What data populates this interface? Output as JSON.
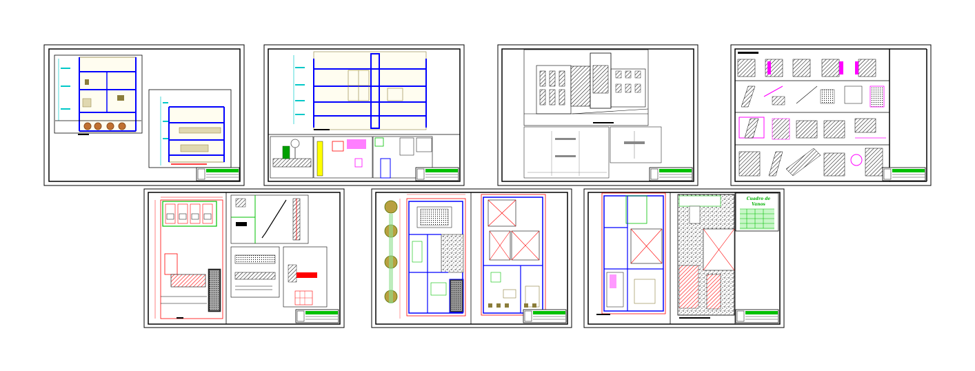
{
  "sheets": [
    {
      "id": "sections-1",
      "content": "building-sections"
    },
    {
      "id": "sections-2",
      "content": "building-sections-and-details"
    },
    {
      "id": "elevation",
      "content": "front-elevation-and-details"
    },
    {
      "id": "construction-details",
      "content": "construction-details"
    },
    {
      "id": "parking-plan",
      "content": "ground-floor-parking-plan"
    },
    {
      "id": "floor-plans-1",
      "content": "floor-plans"
    },
    {
      "id": "floor-plans-2",
      "content": "floor-plans-with-schedule"
    }
  ],
  "schedule": {
    "title": "Cuadro de Vanos"
  },
  "colors": {
    "walls": "#0000ff",
    "grid": "#ff0000",
    "accent": "#ff00ff",
    "green": "#00c000",
    "cyan": "#00c8c8",
    "furniture": "#8b7d3a",
    "black": "#000000"
  }
}
